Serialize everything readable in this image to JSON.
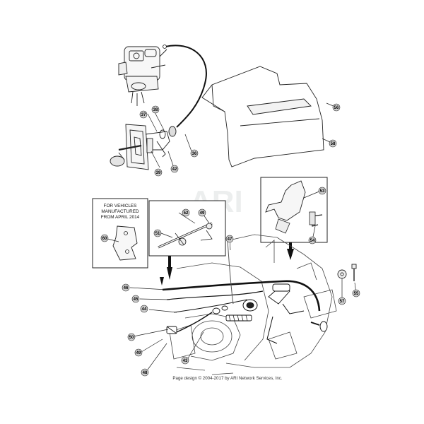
{
  "watermark": "ARI",
  "note": {
    "lines": [
      "FOR VEHICLES",
      "MANUFACTURED",
      "FROM APRIL 2014"
    ]
  },
  "credit": "Page design © 2004-2017 by ARI Network Services, Inc.",
  "callouts": [
    {
      "id": "c36",
      "label": "36"
    },
    {
      "id": "c37",
      "label": "37"
    },
    {
      "id": "c38",
      "label": "38"
    },
    {
      "id": "c39",
      "label": "39"
    },
    {
      "id": "c42",
      "label": "42"
    },
    {
      "id": "c43",
      "label": "43"
    },
    {
      "id": "c44",
      "label": "44"
    },
    {
      "id": "c45",
      "label": "45"
    },
    {
      "id": "c46",
      "label": "46"
    },
    {
      "id": "c47",
      "label": "47"
    },
    {
      "id": "c48",
      "label": "48"
    },
    {
      "id": "c49a",
      "label": "49"
    },
    {
      "id": "c49b",
      "label": "49"
    },
    {
      "id": "c50",
      "label": "50"
    },
    {
      "id": "c51",
      "label": "51"
    },
    {
      "id": "c52",
      "label": "52"
    },
    {
      "id": "c53",
      "label": "53"
    },
    {
      "id": "c54",
      "label": "54"
    },
    {
      "id": "c55",
      "label": "55"
    },
    {
      "id": "c56",
      "label": "56"
    },
    {
      "id": "c57",
      "label": "57"
    },
    {
      "id": "c58",
      "label": "58"
    },
    {
      "id": "c60",
      "label": "60"
    }
  ]
}
